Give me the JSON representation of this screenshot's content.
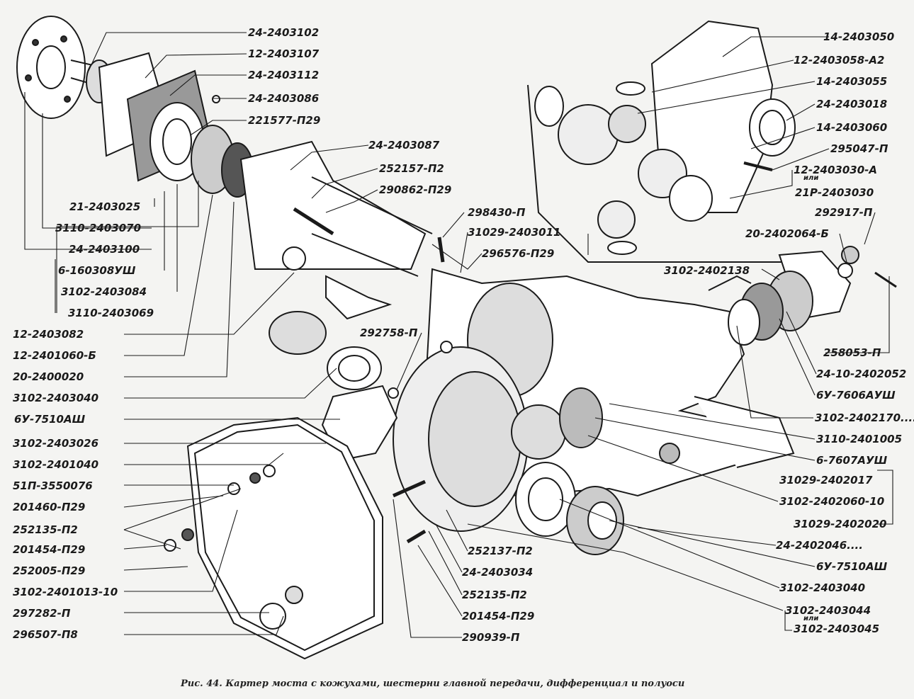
{
  "caption": "Рис. 44. Картер моста с кожухами, шестерни главной передачи, дифференциал и полуоси",
  "ili_word": "или",
  "left_labels": [
    "21-2403025",
    "3110-2403070",
    "24-2403100",
    "6-160308УШ",
    "3102-2403084",
    "3110-2403069",
    "12-2403082",
    "12-2401060-Б",
    "20-2400020",
    "3102-2403040",
    "6У-7510АШ",
    "3102-2403026",
    "3102-2401040",
    "51П-3550076",
    "201460-П29",
    "252135-П2",
    "201454-П29",
    "252005-П29",
    "3102-2401013-10",
    "297282-П",
    "296507-П8"
  ],
  "top_labels": [
    "24-2403102",
    "12-2403107",
    "24-2403112",
    "24-2403086",
    "221577-П29",
    "24-2403087",
    "252157-П2",
    "290862-П29",
    "298430-П",
    "31029-2403011",
    "296576-П29",
    "292758-П"
  ],
  "right_labels": [
    "14-2403050",
    "12-2403058-А2",
    "14-2403055",
    "24-2403018",
    "14-2403060",
    "295047-П",
    "12-2403030-А",
    "21Р-2403030",
    "292917-П",
    "20-2402064-Б",
    "3102-2402138",
    "258053-П",
    "24-10-2402052",
    "6У-7606АУШ",
    "3102-2402170....",
    "3110-2401005",
    "6-7607АУШ",
    "31029-2402017",
    "3102-2402060-10",
    "31029-2402020",
    "24-2402046....",
    "6У-7510АШ",
    "3102-2403040",
    "3102-2403044",
    "3102-2403045"
  ],
  "bottom_labels": [
    "252137-П2",
    "24-2403034",
    "252135-П2",
    "201454-П29",
    "290939-П"
  ]
}
